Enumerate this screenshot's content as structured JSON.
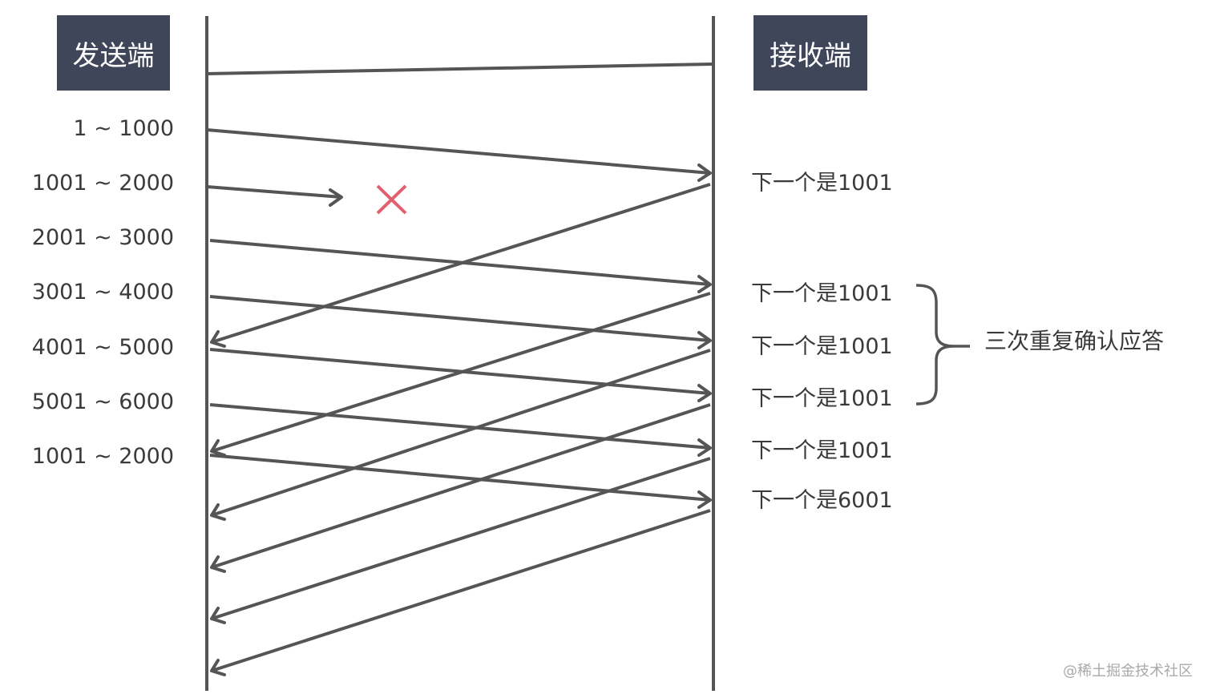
{
  "sender": {
    "title": "发送端"
  },
  "receiver": {
    "title": "接收端"
  },
  "segments": [
    {
      "label": "1 ~ 1000"
    },
    {
      "label": "1001 ~ 2000"
    },
    {
      "label": "2001 ~ 3000"
    },
    {
      "label": "3001 ~ 4000"
    },
    {
      "label": "4001 ~ 5000"
    },
    {
      "label": "5001 ~ 6000"
    },
    {
      "label": "1001 ~ 2000"
    }
  ],
  "acks": [
    {
      "label": "下一个是1001"
    },
    {
      "label": "下一个是1001"
    },
    {
      "label": "下一个是1001"
    },
    {
      "label": "下一个是1001"
    },
    {
      "label": "下一个是1001"
    },
    {
      "label": "下一个是6001"
    }
  ],
  "annotation": {
    "label": "三次重复确认应答"
  },
  "watermark": "@稀土掘金技术社区",
  "colors": {
    "line": "#555555",
    "box": "#3f4659",
    "lost_mark": "#e0606e",
    "text": "#3a3a3a"
  }
}
